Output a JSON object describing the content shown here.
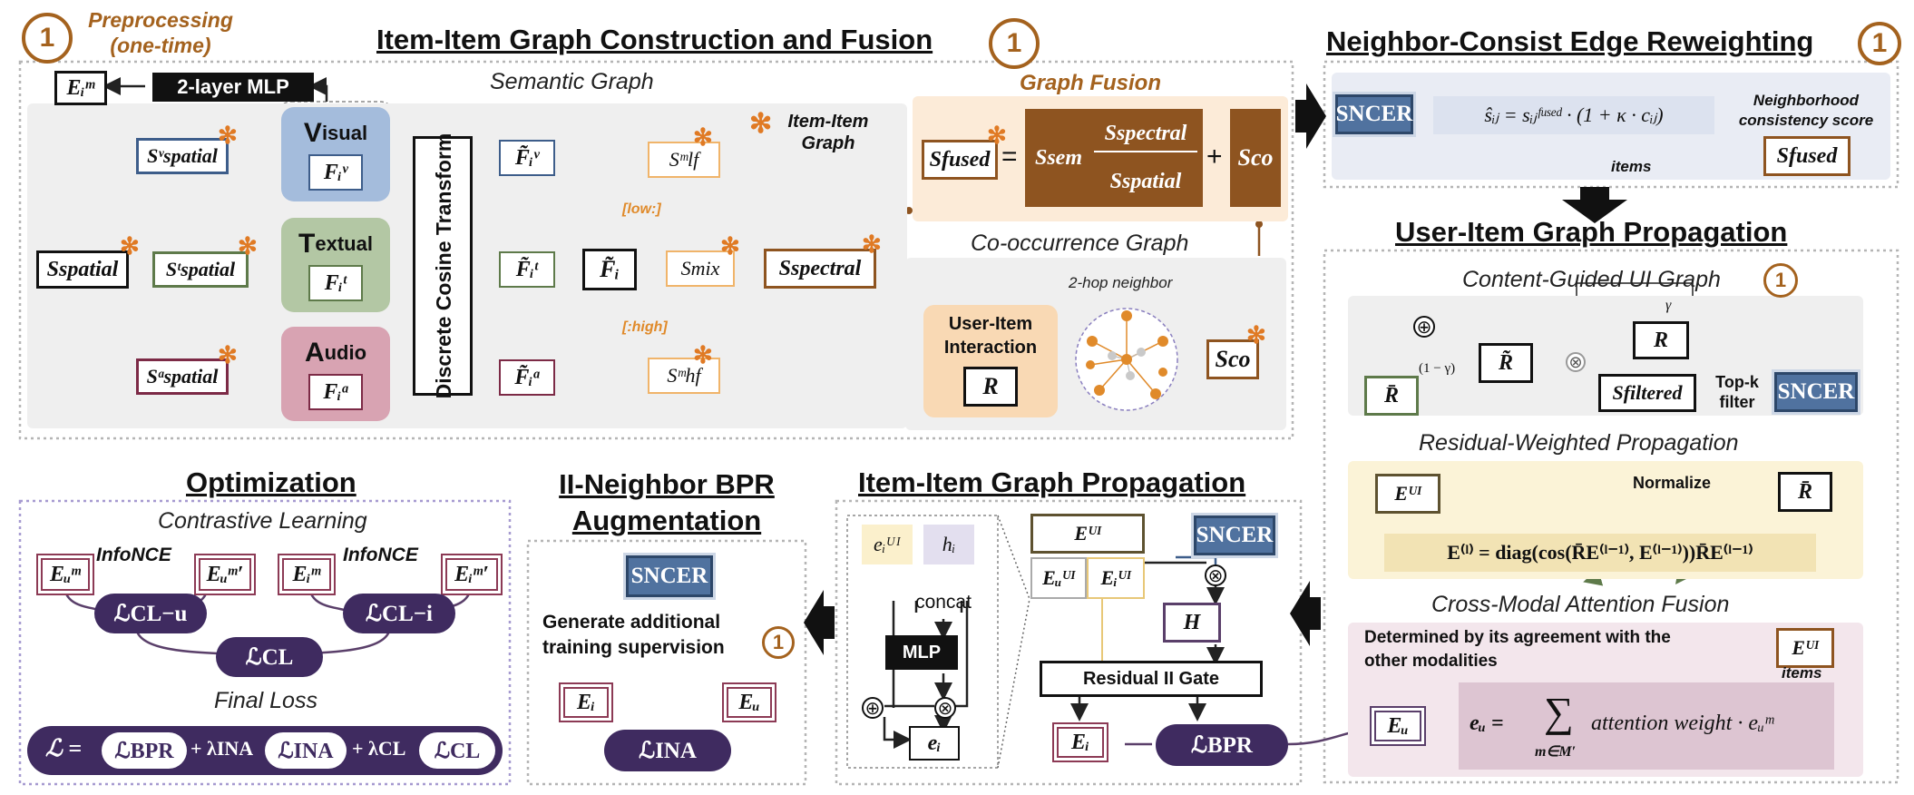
{
  "colors": {
    "brown": "#8e5420",
    "purple": "#3f2b60",
    "blue": "#50729f",
    "orange": "#e08a2a",
    "visual": "#a4bcdc",
    "textual": "#b3c7a4",
    "audio": "#d8a3b2"
  },
  "icons": {
    "cycle": "cycle-one-icon",
    "star": "item-graph-star-icon"
  },
  "headers": {
    "preprocessing": "Preprocessing (one-time)",
    "construction": "Item-Item Graph Construction and Fusion",
    "reweighting": "Neighbor-Consist Edge Reweighting",
    "ui_prop": "User-Item Graph Propagation",
    "optimization": "Optimization",
    "bpr": "II-Neighbor BPR Augmentation",
    "ii_prop": "Item-Item Graph Propagation"
  },
  "semantic": {
    "title": "Semantic Graph",
    "mlp": "2-layer MLP",
    "emi": "Eᵢᵐ",
    "dct": "Discrete Cosine Transform",
    "modalities": [
      {
        "initial": "V",
        "rest": "isual",
        "feat": "Fᵢᵛ"
      },
      {
        "initial": "T",
        "rest": "extual",
        "feat": "Fᵢᵗ"
      },
      {
        "initial": "A",
        "rest": "udio",
        "feat": "Fᵢᵃ"
      }
    ],
    "spatial": [
      "Sᵛspatial",
      "Sᵗspatial",
      "Sᵃspatial"
    ],
    "s_spatial": "Sspatial",
    "ftilde": [
      "F̃ᵢᵛ",
      "F̃ᵢᵗ",
      "F̃ᵢᵃ"
    ],
    "fi": "F̃ᵢ",
    "low": "[low:]",
    "high": "[:high]",
    "slf": "Sᵐlf",
    "smix": "Smix",
    "shf": "Sᵐhf",
    "sspectral": "Sspectral",
    "legend": "Item-Item Graph"
  },
  "fusion": {
    "title": "Graph Fusion",
    "sfused": "Sfused",
    "eq": "=",
    "ssem": "Ssem",
    "num": "Sspectral",
    "den": "Sspatial",
    "plus": "+",
    "sco": "Sco"
  },
  "cooc": {
    "title": "Co-occurrence Graph",
    "hop": "2-hop neighbor",
    "ui": "User-Item Interaction",
    "r": "R",
    "sco": "Sco"
  },
  "ncer": {
    "sncer": "SNCER",
    "formula": "ŝᵢⱼ = sᵢⱼᶠᵘˢᵉᵈ · (1 + κ · cᵢⱼ)",
    "score": "Neighborhood consistency score",
    "items": "items",
    "sfused": "Sfused"
  },
  "cgui": {
    "title": "Content-Guided UI Graph",
    "gamma": "γ",
    "one_minus": "(1 − γ)",
    "r": "R",
    "rtilde": "R̃",
    "rbar": "R̄",
    "sfiltered": "Sfiltered",
    "topk": "Top-k filter",
    "sncer": "SNCER"
  },
  "rwp": {
    "title": "Residual-Weighted Propagation",
    "eui": "Eᵁᴵ",
    "normalize": "Normalize",
    "rbar": "R̄",
    "formula": "E⁽ˡ⁾ = diag(cos(R̄E⁽ˡ⁻¹⁾, E⁽ˡ⁻¹⁾))R̄E⁽ˡ⁻¹⁾"
  },
  "cmaf": {
    "title": "Cross-Modal Attention Fusion",
    "text": "Determined by its agreement with the other modalities",
    "eui": "Eᵁᴵ",
    "items": "items",
    "eu": "Eᵤ",
    "formula_lhs": "eᵤ =",
    "sum": "∑",
    "sub": "m∈M′",
    "formula_rhs": "attention weight · eᵤᵐ"
  },
  "iiprop": {
    "eui_in": "eᵢᵁᴵ",
    "hi": "hᵢ",
    "concat": "concat",
    "mlp": "MLP",
    "ei": "eᵢ",
    "eui": "Eᵁᴵ",
    "euu": "Eᵤᵁᴵ",
    "eiu": "Eᵢᵁᴵ",
    "sncer": "SNCER",
    "h": "H",
    "gate": "Residual II Gate",
    "ei_out": "Eᵢ",
    "lbpr": "ℒBPR"
  },
  "bpr": {
    "sncer": "SNCER",
    "text": "Generate additional training supervision",
    "ei": "Eᵢ",
    "eu": "Eᵤ",
    "lina": "ℒINA"
  },
  "opt": {
    "cl_title": "Contrastive Learning",
    "infonce": "InfoNCE",
    "eum": "Eᵤᵐ",
    "eum2": "Eᵤᵐ′",
    "eim": "Eᵢᵐ",
    "eim2": "Eᵢᵐ′",
    "lclu": "ℒCL−u",
    "lcli": "ℒCL−i",
    "lcl": "ℒCL",
    "final_title": "Final Loss",
    "loss": "ℒ =",
    "lbpr": "ℒBPR",
    "p1": "+ λINA",
    "lina": "ℒINA",
    "p2": "+ λCL",
    "lcl2": "ℒCL"
  }
}
